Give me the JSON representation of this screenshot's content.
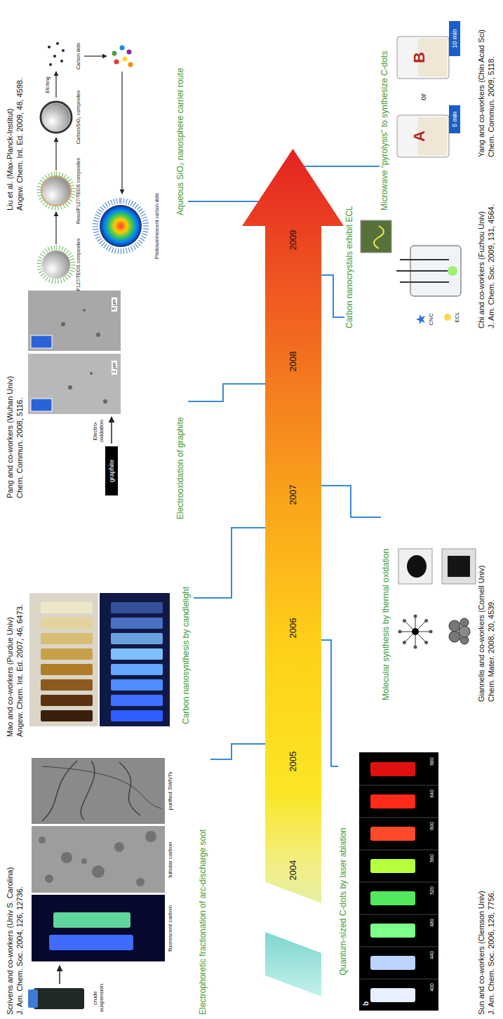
{
  "diagram": {
    "nodes": [
      {
        "text": [
          "Electrophoretic fractionation of arc-discharge soot",
          "Scrivens and co-workers (Univ S. Carolina)",
          "J. Am. Chem. Soc. 2004, 126, 12736."
        ]
      },
      {
        "text": [
          "Carbon nanosynthesis by candlelight",
          "Mao and co-workers (Purdue Univ)",
          "Angew. Chem. Int. Ed. 2007, 46, 6473."
        ]
      },
      {
        "text": [
          "Electrooxidation of graphite",
          "Pang and co-workers (Wuhan Univ)",
          "Chem. Commun. 2008, 5116."
        ]
      },
      {
        "text": [
          "Aqueous SiO₂ nanosphere carrier route",
          "Liu et al. (Max-Planck-Institut)",
          "Angew. Chem. Int. Ed. 2009, 48, 4598."
        ]
      },
      {
        "text": [
          "2004",
          "2005",
          "2006",
          "2007",
          "2008",
          "2009"
        ]
      },
      {
        "text": [
          "Quantum-sized C-dots by laser ablation",
          "Sun and co-workers (Clemson Univ)",
          "J. Am. Chem. Soc. 2006, 128, 7756."
        ]
      },
      {
        "text": [
          "Molecular synthesis by thermal oxidation",
          "Giannelis and co-workers (Cornell Univ)",
          "Chem. Mater. 2008, 20, 4539."
        ]
      },
      {
        "text": [
          "Carbon nanocrystals exhibit ECL",
          "Chi and co-workers (Fuzhou Univ)",
          "J. Am. Chem. Soc. 2009, 131, 4564."
        ]
      },
      {
        "text": [
          "Microwave “pyrolysis” to synthesize C-dots",
          "Yang and co-workers (Chin Acad Sci)",
          "Chem. Commun. 2009, 5118."
        ]
      }
    ],
    "edges": [
      {
        "from": 0,
        "to": 4,
        "arrow": "none"
      },
      {
        "from": 1,
        "to": 4,
        "arrow": "none"
      },
      {
        "from": 2,
        "to": 4,
        "arrow": "none"
      },
      {
        "from": 3,
        "to": 4,
        "arrow": "none"
      },
      {
        "from": 5,
        "to": 4,
        "arrow": "none"
      },
      {
        "from": 6,
        "to": 4,
        "arrow": "none"
      },
      {
        "from": 7,
        "to": 4,
        "arrow": "none"
      },
      {
        "from": 8,
        "to": 4,
        "arrow": "none"
      }
    ],
    "labels": [
      "crude suspension",
      "fluorescent carbon",
      "tubular carbon",
      "purified SWNTs",
      "Electro-oxidation",
      "graphite",
      "1 μm",
      "5 μm",
      "F127/TEOS composites",
      "Resol/F127/TEOS composites",
      "Carbon/SiO₂ composites",
      "Etching",
      "Carbon dots",
      "Photoluminescent carbon dots",
      "b",
      "400",
      "440",
      "480",
      "520",
      "560",
      "600",
      "640",
      "680",
      "CNC",
      "ECL",
      "A",
      "5 min",
      "or",
      "B",
      "10 min"
    ]
  }
}
